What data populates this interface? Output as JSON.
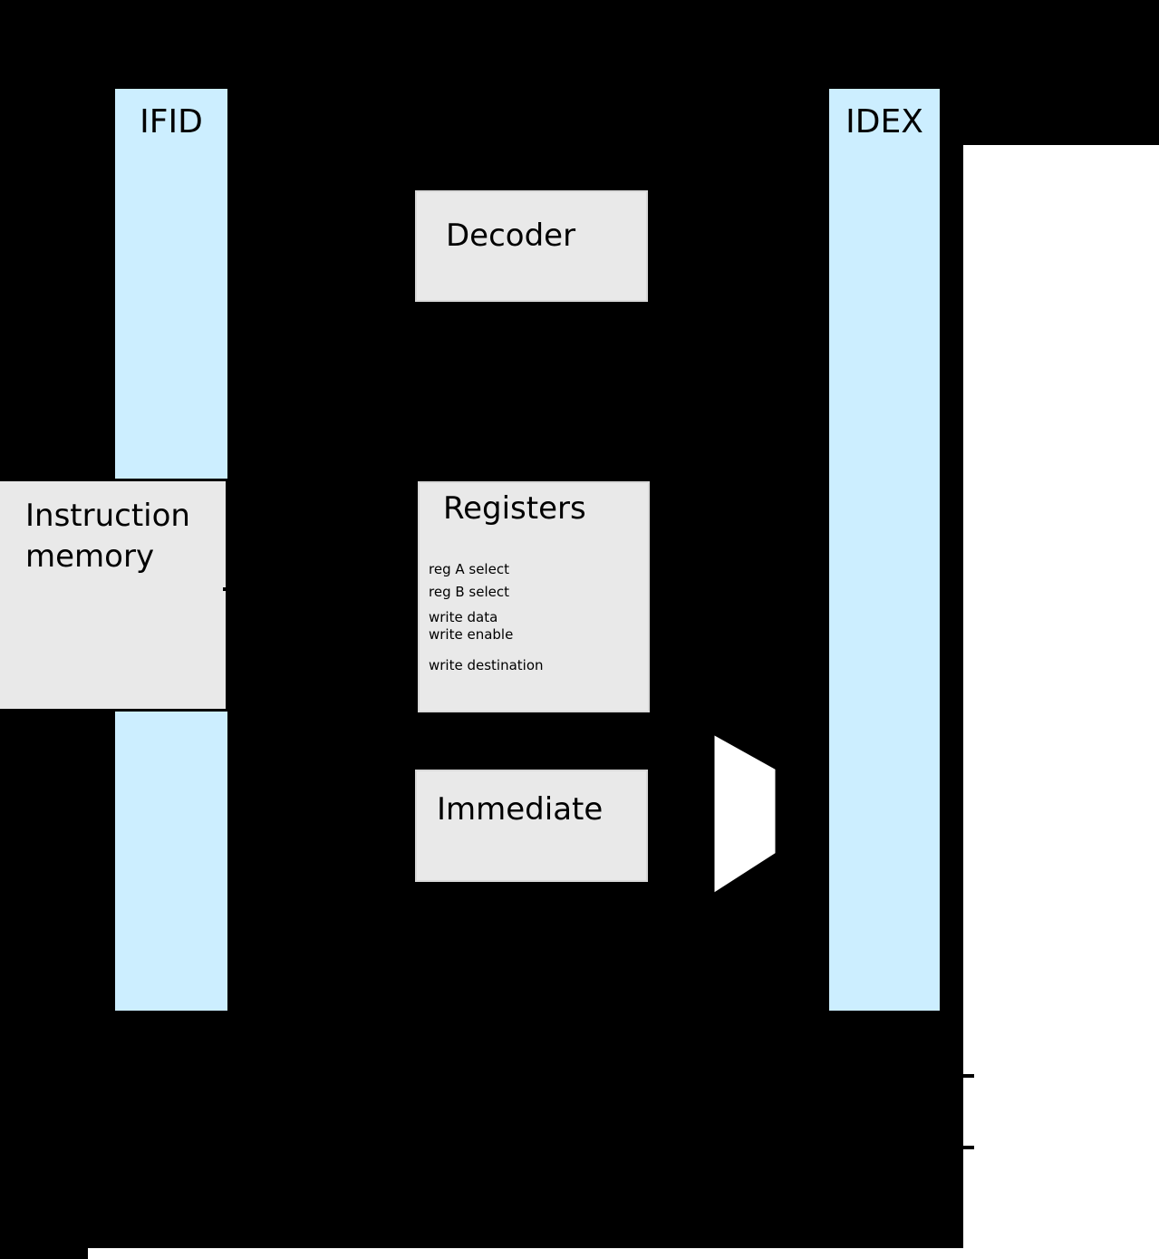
{
  "diagram": {
    "ifid_label": "IFID",
    "idex_label": "IDEX",
    "instruction_memory": {
      "line1": "Instruction",
      "line2": "memory"
    },
    "decoder_label": "Decoder",
    "registers": {
      "title": "Registers",
      "ports": [
        "reg A select",
        "reg B select",
        "write data",
        "write enable",
        "write destination"
      ]
    },
    "immediate_label": "Immediate"
  },
  "colors": {
    "background": "#000000",
    "pipeline_bar": "#cceeff",
    "block_fill": "#e9e9e9",
    "mux_fill": "#ffffff",
    "text": "#000000"
  }
}
